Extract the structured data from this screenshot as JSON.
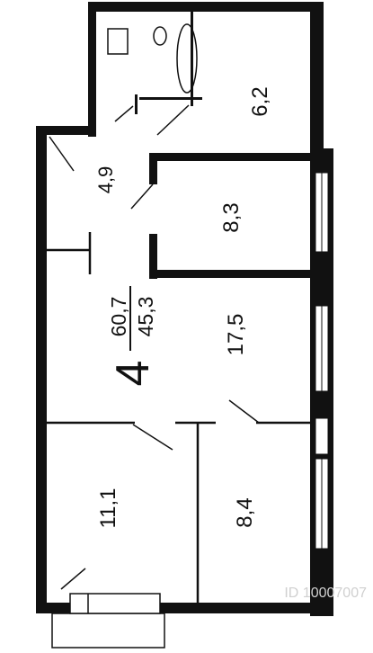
{
  "plan": {
    "wall_color": "#111111",
    "background": "#ffffff",
    "room_count": "4",
    "total_area": "60,7",
    "living_area": "45,3",
    "rooms": [
      {
        "id": "hall",
        "area": "4,9"
      },
      {
        "id": "bath",
        "area": "6,2"
      },
      {
        "id": "small-bedroom",
        "area": "8,3"
      },
      {
        "id": "living-room",
        "area": "17,5"
      },
      {
        "id": "bedroom-left",
        "area": "11,1"
      },
      {
        "id": "bedroom-right",
        "area": "8,4"
      }
    ],
    "watermark": "ID 10007007"
  }
}
